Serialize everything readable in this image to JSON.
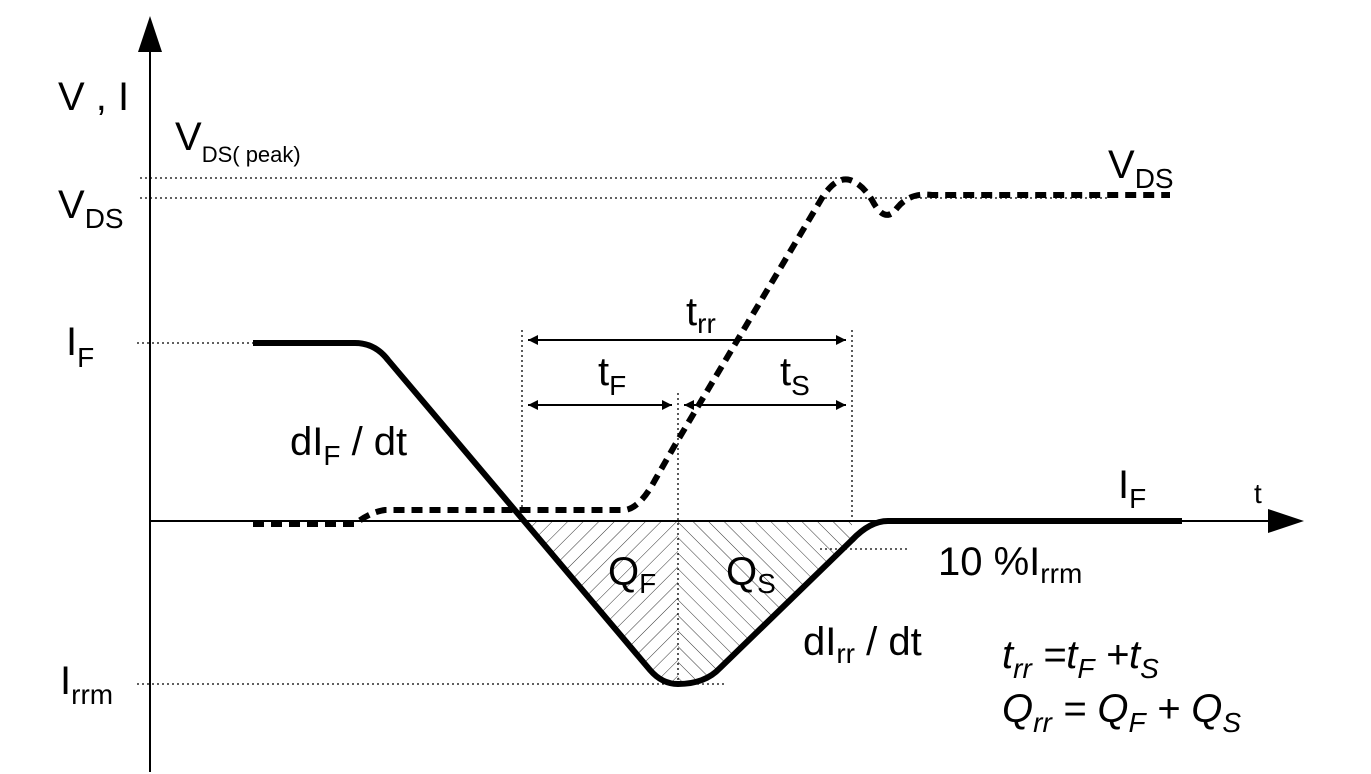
{
  "axes": {
    "y_label": "V , I",
    "x_label": "t"
  },
  "levels": {
    "vds_peak": {
      "main": "V",
      "sub": "DS( peak)"
    },
    "vds": {
      "main": "V",
      "sub": "DS"
    },
    "if": {
      "main": "I",
      "sub": "F"
    },
    "irrm": {
      "main": "I",
      "sub": "rrm"
    }
  },
  "curves": {
    "vds_label": {
      "main": "V",
      "sub": "DS"
    },
    "if_label": {
      "main": "I",
      "sub": "F"
    },
    "dif_dt": {
      "pre": "dI",
      "sub": "F",
      "post": " / dt"
    },
    "dirr_dt": {
      "pre": "dI",
      "sub": "rr",
      "post": " / dt"
    },
    "ten_pct": {
      "pre": "10 %I",
      "sub": "rrm"
    }
  },
  "intervals": {
    "trr": {
      "main": "t",
      "sub": "rr"
    },
    "tf": {
      "main": "t",
      "sub": "F"
    },
    "ts": {
      "main": "t",
      "sub": "S"
    }
  },
  "regions": {
    "qf": {
      "main": "Q",
      "sub": "F"
    },
    "qs": {
      "main": "Q",
      "sub": "S"
    }
  },
  "equations": {
    "eq1": {
      "a": "t",
      "a_sub": "rr",
      "eq": " =",
      "b": "t",
      "b_sub": "F",
      "plus": " +",
      "c": "t",
      "c_sub": "S"
    },
    "eq2": {
      "a": "Q",
      "a_sub": "rr",
      "eq": " = ",
      "b": "Q",
      "b_sub": "F",
      "plus": " + ",
      "c": "Q",
      "c_sub": "S"
    }
  }
}
